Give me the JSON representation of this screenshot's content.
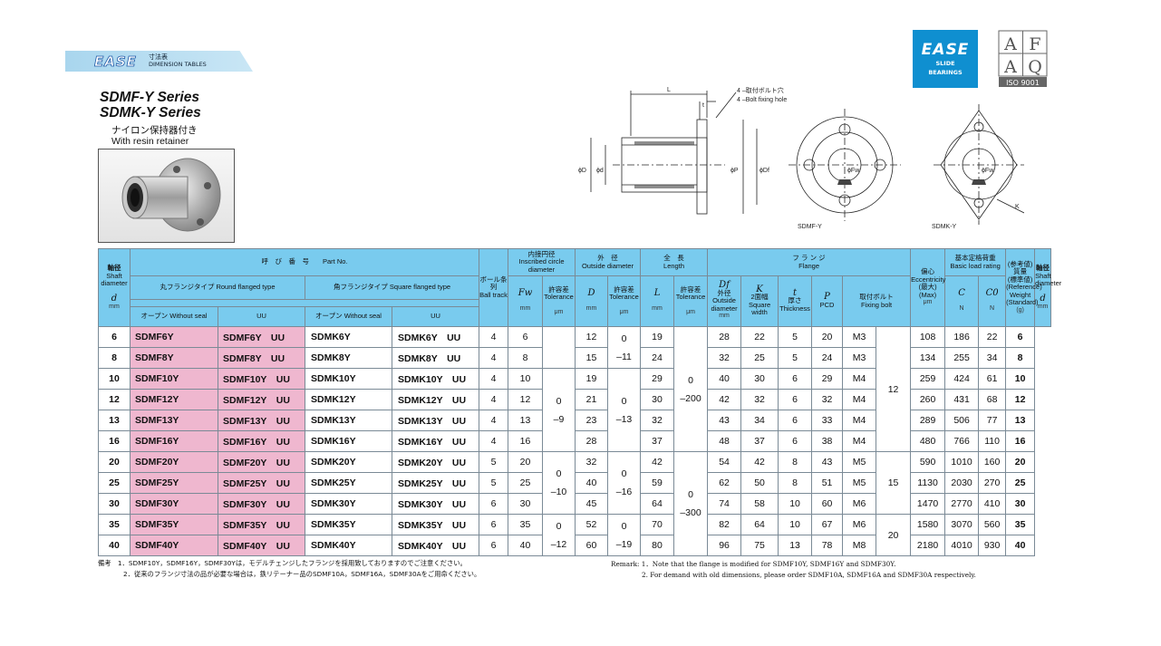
{
  "header": {
    "brand": "EASE",
    "jp": "寸法表",
    "en": "DIMENSION TABLES"
  },
  "title": {
    "line1": "SDMF-Y Series",
    "line2": "SDMK-Y Series",
    "jp": "ナイロン保持器付き",
    "en": "With resin retainer"
  },
  "logo": {
    "brand": "EASE",
    "line1": "SLIDE",
    "line2": "BEARINGS",
    "cert": "ISO 9001",
    "cert_letters": "AFAQ"
  },
  "drawing": {
    "L": "L",
    "t": "t",
    "bolt_jp": "4 ‒取付ボルト穴",
    "bolt_en": "4 ‒Bolt fixing hole",
    "D": "ϕD",
    "d": "ϕd",
    "P": "ϕP",
    "Df": "ϕDf",
    "Fw": "ϕFw",
    "K": "K",
    "sdmf": "SDMF-Y",
    "sdmk": "SDMK-Y"
  },
  "head": {
    "shaft_jp": "軸径",
    "shaft_en": "Shaft diameter",
    "d": "d",
    "mm": "mm",
    "part_jp": "呼　び　番　号",
    "part_en": "Part No.",
    "round_jp": "丸フランジタイプ",
    "round_en": "Round flanged type",
    "square_jp": "角フランジタイプ",
    "square_en": "Square flanged type",
    "open_jp": "オープン",
    "open_en": "Without seal",
    "uu": "UU",
    "ball_jp": "ボール条 列",
    "ball_en": "Ball track",
    "ins_jp": "内接円径",
    "ins_en": "Inscribed circle diameter",
    "fw": "Fw",
    "tol_jp": "許容差",
    "tol_en": "Tolerance",
    "um": "μm",
    "od_jp": "外　径",
    "od_en": "Outside diameter",
    "D": "D",
    "len_jp": "全　長",
    "len_en": "Length",
    "L": "L",
    "fl_jp": "フ ラ ン ジ",
    "fl_en": "Flange",
    "df": "Df",
    "df_jp": "外径",
    "df_en": "Outside diameter",
    "k": "K",
    "k_jp": "2面幅",
    "k_en": "Square width",
    "t": "t",
    "t_jp": "厚さ",
    "t_en": "Thickness",
    "p": "P",
    "p_en": "PCD",
    "bolt_jp": "取付ボルト",
    "bolt_en": "Fixing bolt",
    "ecc_jp": "偏心",
    "ecc_en": "Eccentricity",
    "ecc_max": "(最大) (Max)",
    "load_jp": "基本定格荷重",
    "load_en": "Basic load rating",
    "c": "C",
    "c0": "C0",
    "n": "N",
    "wt_jp": "(参考値) 質量",
    "wt_en": "(標準値) (Reference) Weight (Standard)",
    "g": "(g)"
  },
  "rows": [
    {
      "d": "6",
      "mf": "SDMF6Y",
      "mfu": "SDMF6Y　UU",
      "mk": "SDMK6Y",
      "mku": "SDMK6Y　UU",
      "ball": "4",
      "fw": "6",
      "D": "12",
      "L": "19",
      "df": "28",
      "k": "22",
      "t": "5",
      "p": "20",
      "bolt": "M3",
      "c": "108",
      "c0": "186",
      "w": "22"
    },
    {
      "d": "8",
      "mf": "SDMF8Y",
      "mfu": "SDMF8Y　UU",
      "mk": "SDMK8Y",
      "mku": "SDMK8Y　UU",
      "ball": "4",
      "fw": "8",
      "D": "15",
      "L": "24",
      "df": "32",
      "k": "25",
      "t": "5",
      "p": "24",
      "bolt": "M3",
      "c": "134",
      "c0": "255",
      "w": "34"
    },
    {
      "d": "10",
      "mf": "SDMF10Y",
      "mfu": "SDMF10Y　UU",
      "mk": "SDMK10Y",
      "mku": "SDMK10Y　UU",
      "ball": "4",
      "fw": "10",
      "D": "19",
      "L": "29",
      "df": "40",
      "k": "30",
      "t": "6",
      "p": "29",
      "bolt": "M4",
      "c": "259",
      "c0": "424",
      "w": "61"
    },
    {
      "d": "12",
      "mf": "SDMF12Y",
      "mfu": "SDMF12Y　UU",
      "mk": "SDMK12Y",
      "mku": "SDMK12Y　UU",
      "ball": "4",
      "fw": "12",
      "D": "21",
      "L": "30",
      "df": "42",
      "k": "32",
      "t": "6",
      "p": "32",
      "bolt": "M4",
      "c": "260",
      "c0": "431",
      "w": "68"
    },
    {
      "d": "13",
      "mf": "SDMF13Y",
      "mfu": "SDMF13Y　UU",
      "mk": "SDMK13Y",
      "mku": "SDMK13Y　UU",
      "ball": "4",
      "fw": "13",
      "D": "23",
      "L": "32",
      "df": "43",
      "k": "34",
      "t": "6",
      "p": "33",
      "bolt": "M4",
      "c": "289",
      "c0": "506",
      "w": "77"
    },
    {
      "d": "16",
      "mf": "SDMF16Y",
      "mfu": "SDMF16Y　UU",
      "mk": "SDMK16Y",
      "mku": "SDMK16Y　UU",
      "ball": "4",
      "fw": "16",
      "D": "28",
      "L": "37",
      "df": "48",
      "k": "37",
      "t": "6",
      "p": "38",
      "bolt": "M4",
      "c": "480",
      "c0": "766",
      "w": "110"
    },
    {
      "d": "20",
      "mf": "SDMF20Y",
      "mfu": "SDMF20Y　UU",
      "mk": "SDMK20Y",
      "mku": "SDMK20Y　UU",
      "ball": "5",
      "fw": "20",
      "D": "32",
      "L": "42",
      "df": "54",
      "k": "42",
      "t": "8",
      "p": "43",
      "bolt": "M5",
      "c": "590",
      "c0": "1010",
      "w": "160"
    },
    {
      "d": "25",
      "mf": "SDMF25Y",
      "mfu": "SDMF25Y　UU",
      "mk": "SDMK25Y",
      "mku": "SDMK25Y　UU",
      "ball": "5",
      "fw": "25",
      "D": "40",
      "L": "59",
      "df": "62",
      "k": "50",
      "t": "8",
      "p": "51",
      "bolt": "M5",
      "c": "1130",
      "c0": "2030",
      "w": "270"
    },
    {
      "d": "30",
      "mf": "SDMF30Y",
      "mfu": "SDMF30Y　UU",
      "mk": "SDMK30Y",
      "mku": "SDMK30Y　UU",
      "ball": "6",
      "fw": "30",
      "D": "45",
      "L": "64",
      "df": "74",
      "k": "58",
      "t": "10",
      "p": "60",
      "bolt": "M6",
      "c": "1470",
      "c0": "2770",
      "w": "410"
    },
    {
      "d": "35",
      "mf": "SDMF35Y",
      "mfu": "SDMF35Y　UU",
      "mk": "SDMK35Y",
      "mku": "SDMK35Y　UU",
      "ball": "6",
      "fw": "35",
      "D": "52",
      "L": "70",
      "df": "82",
      "k": "64",
      "t": "10",
      "p": "67",
      "bolt": "M6",
      "c": "1580",
      "c0": "3070",
      "w": "560"
    },
    {
      "d": "40",
      "mf": "SDMF40Y",
      "mfu": "SDMF40Y　UU",
      "mk": "SDMK40Y",
      "mku": "SDMK40Y　UU",
      "ball": "6",
      "fw": "40",
      "D": "60",
      "L": "80",
      "df": "96",
      "k": "75",
      "t": "13",
      "p": "78",
      "bolt": "M8",
      "c": "2180",
      "c0": "4010",
      "w": "930"
    }
  ],
  "merged": {
    "fw_tol1": "0",
    "fw_tol1b": "‒9",
    "fw_tol2": "0",
    "fw_tol2b": "‒10",
    "fw_tol3": "0",
    "fw_tol3b": "‒12",
    "d_tol0": "0",
    "d_tol0b": "‒11",
    "d_tol1": "0",
    "d_tol1b": "‒13",
    "d_tol2": "0",
    "d_tol2b": "‒16",
    "d_tol3": "0",
    "d_tol3b": "‒19",
    "l_tol1": "0",
    "l_tol1b": "‒200",
    "l_tol2": "0",
    "l_tol2b": "‒300",
    "ecc1": "12",
    "ecc2": "15",
    "ecc3": "20"
  },
  "notes": {
    "jp_label": "備考",
    "jp1": "1．SDMF10Y，SDMF16Y，SDMF30Yは，モデルチェンジしたフランジを採用致しておりますのでご注意ください。",
    "jp2": "2．従来のフランジ寸法の品が必要な場合は，鉄リテーナー品のSDMF10A，SDMF16A，SDMF30Aをご用命ください。",
    "en1": "Remark: 1．Note that the flange is modified for SDMF10Y, SDMF16Y and SDMF30Y.",
    "en2": "2. For demand with old dimensions, please order SDMF10A, SDMF16A and SDMF30A respectively."
  }
}
